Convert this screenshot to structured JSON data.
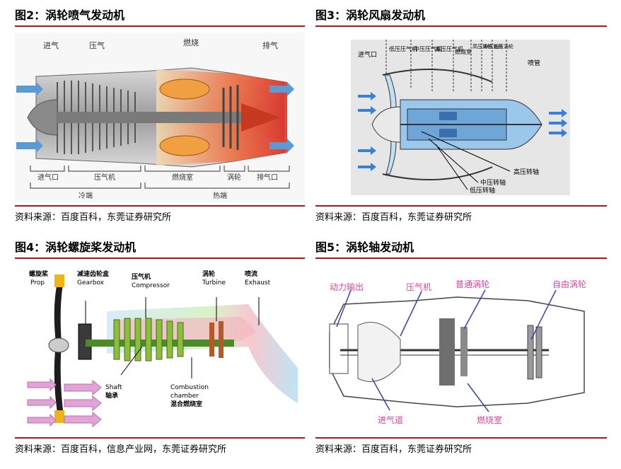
{
  "figures": [
    {
      "title": "图2：涡轮喷气发动机",
      "source": "资料来源：百度百科，东莞证券研究所",
      "labels": {
        "top_intake": "进气",
        "top_compress": "压气",
        "top_combust": "燃烧",
        "top_exhaust": "排气",
        "bottom_inlet": "进气口",
        "bottom_compressor": "压气机",
        "bottom_combustor": "燃烧室",
        "bottom_turbine": "涡轮",
        "bottom_nozzle": "排气口",
        "cold_end": "冷端",
        "hot_end": "热端"
      }
    },
    {
      "title": "图3：涡轮风扇发动机",
      "source": "资料来源：百度百科，东莞证券研究所",
      "labels": {
        "intake": "进气口",
        "lpc": "低压压气机",
        "ipc": "中压压气机",
        "hpc": "高压压气机",
        "combustor": "燃烧室",
        "hpt": "高压涡轮",
        "ipt": "中压涡轮",
        "lpt": "低压涡轮",
        "nozzle": "喷管",
        "hp_shaft": "高压转轴",
        "ip_shaft": "中压转轴",
        "lp_shaft": "低压转轴"
      }
    },
    {
      "title": "图4：涡轮螺旋桨发动机",
      "source": "资料来源：百度百科，信息产业网，东莞证券研究所",
      "labels": {
        "prop_cn": "螺旋桨",
        "prop_en": "Prop",
        "gearbox_cn": "减速齿轮盒",
        "gearbox_en": "Gearbox",
        "compressor_cn": "压气机",
        "compressor_en": "Compressor",
        "turbine_cn": "涡轮",
        "turbine_en": "Turbine",
        "exhaust_cn": "喷流",
        "exhaust_en": "Exhaust",
        "shaft_en": "Shaft",
        "shaft_cn": "轴承",
        "combustion_en_1": "Combustion",
        "combustion_en_2": "chamber",
        "combustion_cn": "混合燃烧室"
      }
    },
    {
      "title": "图5：涡轮轴发动机",
      "source": "资料来源：百度百科，东莞证券研究所",
      "labels": {
        "power_output": "动力输出",
        "compressor": "压气机",
        "turbine": "普通涡轮",
        "free_turbine": "自由涡轮",
        "inlet": "进气道",
        "combustor": "燃烧室"
      }
    }
  ]
}
